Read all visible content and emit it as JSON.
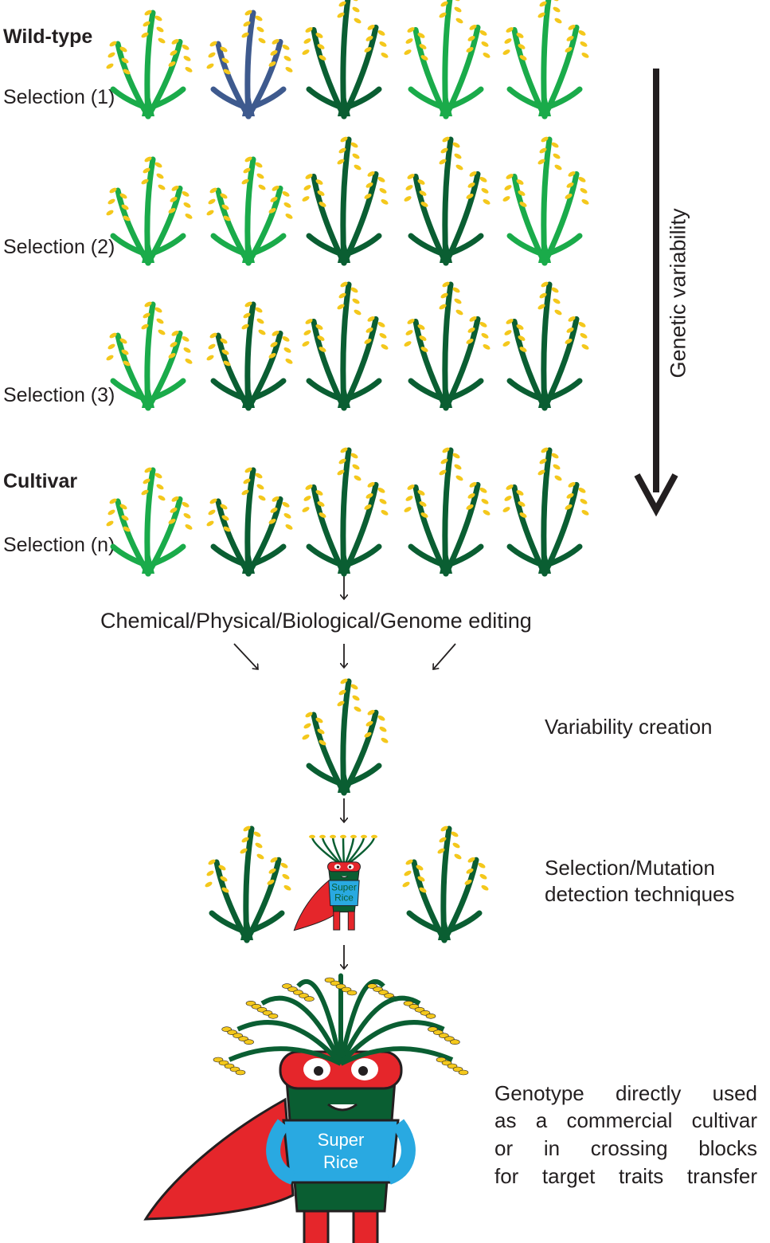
{
  "rows": [
    {
      "title": "Wild-type",
      "selection": "Selection (1)"
    },
    {
      "title": "",
      "selection": "Selection (2)"
    },
    {
      "title": "",
      "selection": "Selection (3)"
    },
    {
      "title": "Cultivar",
      "selection": "Selection (n)"
    }
  ],
  "vertical_axis": {
    "label": "Genetic variability"
  },
  "methods": "Chemical/Physical/Biological/Genome editing",
  "stages": {
    "variability": "Variability creation",
    "selection": [
      "Selection/Mutation",
      "detection techniques"
    ],
    "final": [
      "Genotype directly used",
      "as a commercial cultivar",
      "or in crossing blocks",
      "for target traits transfer"
    ]
  },
  "mascot": {
    "small_text": [
      "Super",
      "Rice"
    ],
    "large_text": [
      "Super",
      "Rice"
    ]
  },
  "colors": {
    "light_green": "#1aab4a",
    "mid_green": "#18924a",
    "dark_green": "#0a5e32",
    "blue_plant": "#3e5a8e",
    "grain_yellow": "#f4c81c",
    "cape_red": "#e5262b",
    "shirt_blue": "#29a9e1",
    "arrow": "#231f20"
  }
}
